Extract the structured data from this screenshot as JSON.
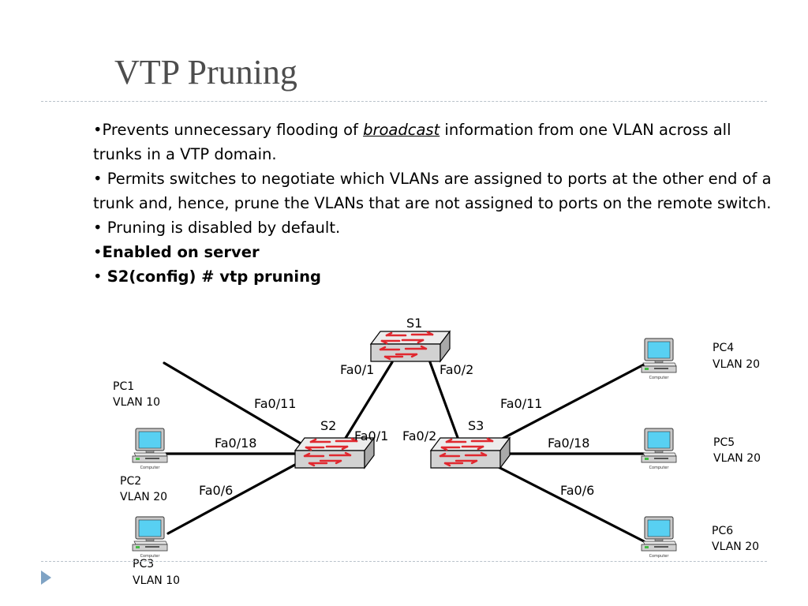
{
  "slide": {
    "title": "VTP Pruning",
    "bullets": {
      "b1_pre": "•Prevents unnecessary flooding of ",
      "b1_link": "broadcast",
      "b1_post": " information from one VLAN across all trunks in a VTP domain.",
      "b2": "• Permits switches to negotiate which VLANs are assigned to ports at the other end of a trunk and, hence, prune the VLANs that are not assigned to ports on the remote switch.",
      "b3": "• Pruning is disabled by default.",
      "b4_bullet": "•",
      "b4_text": "Enabled on server",
      "b5_bullet": "• ",
      "b5_text": "S2(config) # vtp pruning"
    }
  },
  "diagram": {
    "switches": {
      "s1": "S1",
      "s2": "S2",
      "s3": "S3"
    },
    "ports": {
      "s1_left": "Fa0/1",
      "s1_right": "Fa0/2",
      "s2_uplink": "Fa0/11",
      "s2_pc2": "Fa0/18",
      "s2_pc3": "Fa0/6",
      "s2_s1": "Fa0/1",
      "s3_s1": "Fa0/2",
      "s3_uplink": "Fa0/11",
      "s3_pc5": "Fa0/18",
      "s3_pc6": "Fa0/6"
    },
    "pcs": {
      "pc1": {
        "name": "PC1",
        "vlan": "VLAN 10"
      },
      "pc2": {
        "name": "PC2",
        "vlan": "VLAN 20"
      },
      "pc3": {
        "name": "PC3",
        "vlan": "VLAN 10"
      },
      "pc4": {
        "name": "PC4",
        "vlan": "VLAN 20"
      },
      "pc5": {
        "name": "PC5",
        "vlan": "VLAN 20"
      },
      "pc6": {
        "name": "PC6",
        "vlan": "VLAN 20"
      }
    },
    "computer_caption": "Computer",
    "colors": {
      "switch_body": "#d2d2d2",
      "switch_arrow": "#e0282f",
      "monitor_screen": "#58d0f2"
    }
  }
}
